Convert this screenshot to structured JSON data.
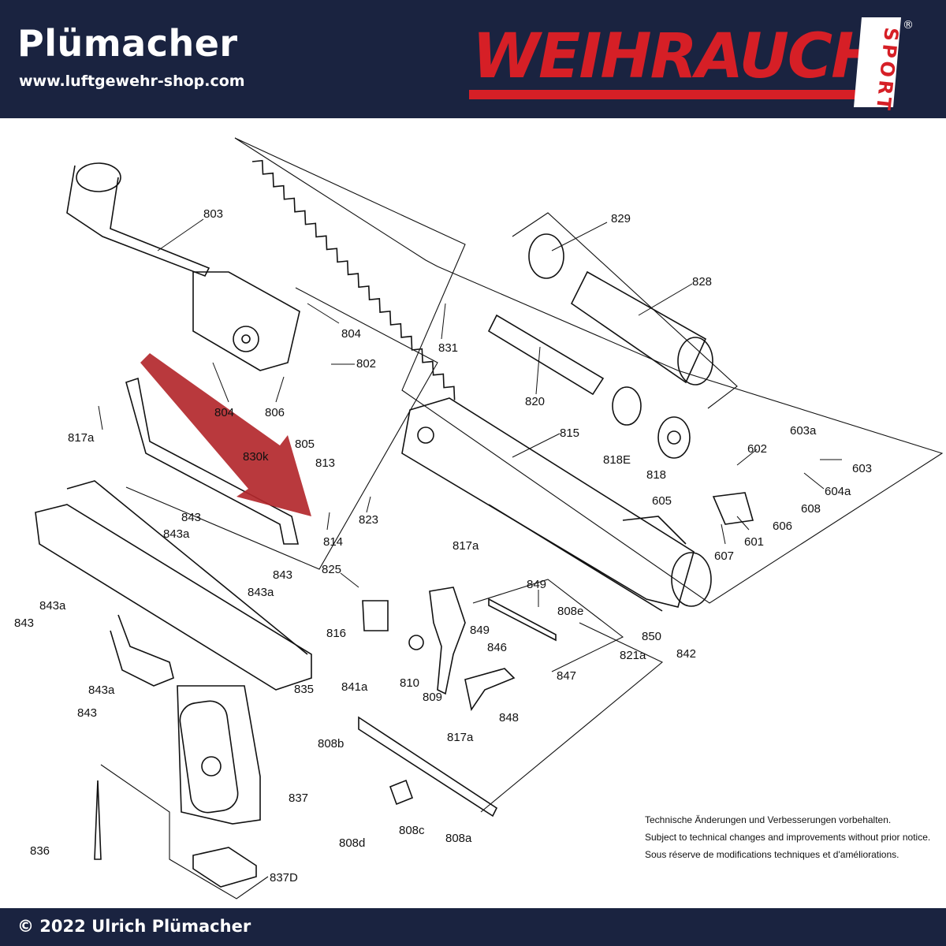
{
  "header": {
    "brand": "Plümacher",
    "url": "www.luftgewehr-shop.com",
    "logo_text": "WEIHRAUCH",
    "logo_sport": "SPORT",
    "logo_registered": "®"
  },
  "footer": {
    "copyright": "© 2022 Ulrich Plümacher"
  },
  "diagram": {
    "labels": {
      "p803": "803",
      "p829": "829",
      "p828": "828",
      "p804a": "804",
      "p802": "802",
      "p831": "831",
      "p820": "820",
      "p806": "806",
      "p804b": "804",
      "p805": "805",
      "p817a_1": "817a",
      "p815": "815",
      "p818E": "818E",
      "p818": "818",
      "p813": "813",
      "p814": "814",
      "p823": "823",
      "p817a_2": "817a",
      "p603a": "603a",
      "p602": "602",
      "p603": "603",
      "p604a": "604a",
      "p605": "605",
      "p608": "608",
      "p606": "606",
      "p601": "601",
      "p607": "607",
      "p843_1": "843",
      "p843a_1": "843a",
      "p843_2": "843",
      "p843a_2": "843a",
      "p843_3": "843",
      "p843a_3": "843a",
      "p825": "825",
      "p849_1": "849",
      "p808e": "808e",
      "p816": "816",
      "p849_2": "849",
      "p850": "850",
      "p846": "846",
      "p821a": "821a",
      "p842": "842",
      "p847": "847",
      "p835": "835",
      "p841a": "841a",
      "p810": "810",
      "p809": "809",
      "p843a_4": "843a",
      "p843_4": "843",
      "p848": "848",
      "p817a_3": "817a",
      "p808b": "808b",
      "p837": "837",
      "p836": "836",
      "p808d": "808d",
      "p808c": "808c",
      "p808a": "808a",
      "p837D": "837D",
      "p830k": "830k"
    },
    "notes": [
      "Technische Änderungen und Verbesserungen vorbehalten.",
      "Subject to technical changes and improvements without prior notice.",
      "Sous réserve de modifications techniques et d'améliorations."
    ]
  },
  "colors": {
    "header_bg": "#1a2340",
    "logo_red": "#d61f26",
    "arrow": "#b3282d"
  },
  "icons": [
    "weihrauch-sport-logo",
    "red-arrow-pointer"
  ]
}
